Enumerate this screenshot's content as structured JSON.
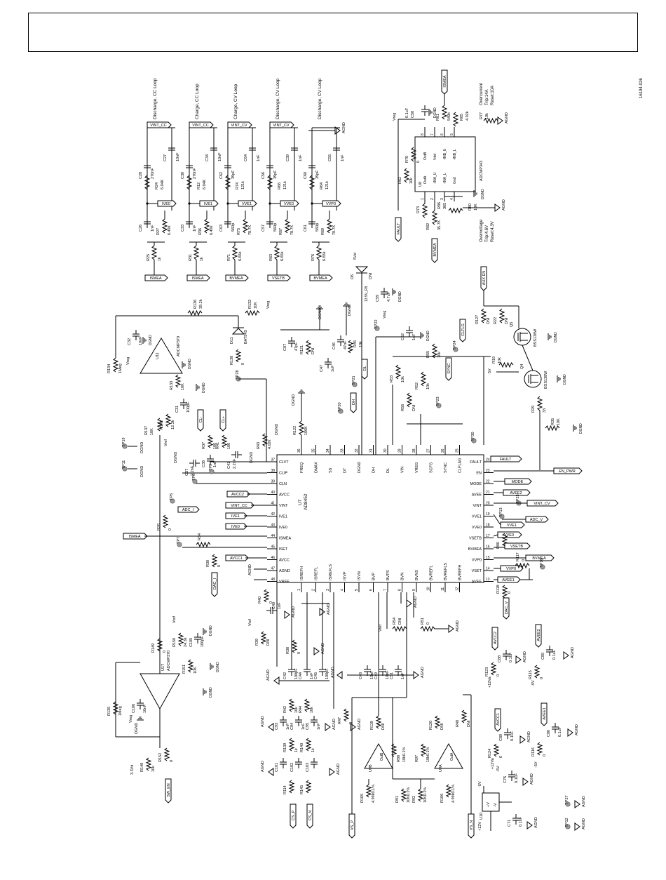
{
  "figure_id": "16194-026",
  "ic_main": {
    "ref": "U7",
    "part": "AD8452",
    "left_pins": [
      {
        "num": "37",
        "name": "CLVT"
      },
      {
        "num": "38",
        "name": "CLIP"
      },
      {
        "num": "39",
        "name": "CLN"
      },
      {
        "num": "40",
        "name": "AVCC"
      },
      {
        "num": "41",
        "name": "VINT"
      },
      {
        "num": "42",
        "name": "IVE1"
      },
      {
        "num": "43",
        "name": "IVE0"
      },
      {
        "num": "44",
        "name": "ISMEA"
      },
      {
        "num": "45",
        "name": "ISET"
      },
      {
        "num": "46",
        "name": "AVCC"
      },
      {
        "num": "47",
        "name": "AGND"
      },
      {
        "num": "48",
        "name": "VREF"
      }
    ],
    "top_pins": [
      {
        "num": "36",
        "name": "FREQ"
      },
      {
        "num": "35",
        "name": "DMAX"
      },
      {
        "num": "34",
        "name": "SS"
      },
      {
        "num": "33",
        "name": "DT"
      },
      {
        "num": "32",
        "name": "DGND"
      },
      {
        "num": "31",
        "name": "DH"
      },
      {
        "num": "30",
        "name": "DL"
      },
      {
        "num": "29",
        "name": "VIN"
      },
      {
        "num": "28",
        "name": "VREG"
      },
      {
        "num": "27",
        "name": "SCFG"
      },
      {
        "num": "26",
        "name": "SYNC"
      },
      {
        "num": "25",
        "name": "CLFLAG"
      }
    ],
    "right_pins": [
      {
        "num": "24",
        "name": "FAULT"
      },
      {
        "num": "23",
        "name": "EN"
      },
      {
        "num": "22",
        "name": "MODE"
      },
      {
        "num": "21",
        "name": "AVEE"
      },
      {
        "num": "20",
        "name": "VINT"
      },
      {
        "num": "19",
        "name": "VVE1"
      },
      {
        "num": "18",
        "name": "VVE0"
      },
      {
        "num": "17",
        "name": "VSETB"
      },
      {
        "num": "16",
        "name": "BVMEA"
      },
      {
        "num": "15",
        "name": "VVP0"
      },
      {
        "num": "14",
        "name": "VSET"
      },
      {
        "num": "13",
        "name": "AVEE"
      }
    ],
    "bottom_pins": [
      {
        "num": "1",
        "name": "ISREFH"
      },
      {
        "num": "2",
        "name": "ISREFL"
      },
      {
        "num": "3",
        "name": "ISREFLS"
      },
      {
        "num": "4",
        "name": "ISVP"
      },
      {
        "num": "5",
        "name": "ISVN"
      },
      {
        "num": "6",
        "name": "BVP"
      },
      {
        "num": "7",
        "name": "BVPS"
      },
      {
        "num": "8",
        "name": "BVN"
      },
      {
        "num": "9",
        "name": "BVNS"
      },
      {
        "num": "10",
        "name": "BVREFL"
      },
      {
        "num": "11",
        "name": "BVREFLS"
      },
      {
        "num": "12",
        "name": "BVREFH"
      }
    ]
  },
  "ic_u8": {
    "ref": "U8",
    "part": "ADCMP343",
    "pins": [
      "OutA",
      "-INA_U",
      "-INA_L",
      "Gnd",
      "OutB",
      "Vdd",
      "-INB_U",
      "-INB_L"
    ],
    "nums": [
      "1",
      "2",
      "3",
      "4",
      "8",
      "7",
      "6",
      "5"
    ]
  },
  "loops": [
    {
      "title": "Discharge, CC Loop",
      "net": "VINT_CC",
      "c1": "C26",
      "c1v": "1nF",
      "r1": "R27",
      "r1v": "6.49k",
      "r2": "R25",
      "r2v": "1k",
      "c2": "C28",
      "c2v": "270nF",
      "r3": "R24",
      "r3v": "6.04K",
      "c3": "C27",
      "c3v": "10nF",
      "in": "ISMEA",
      "mid": "IVE0"
    },
    {
      "title": "Charge, CC Loop",
      "net": "VINT_CC",
      "c1": "C33",
      "c1v": "1nF",
      "r1": "R36",
      "r1v": "6.49k",
      "r2": "R31",
      "r2v": "1k",
      "c2": "C30",
      "c2v": "270nF",
      "r3": "R12",
      "r3v": "6.04K",
      "c3": "C34",
      "c3v": "10nF",
      "in": "ISMEA",
      "mid": "IVE1"
    },
    {
      "title": "Charge, CV Loop",
      "net": "VINT_CV",
      "c1": "C63",
      "c1v": "560p",
      "r1": "R75",
      "r1v": "78.7K",
      "r2": "R71",
      "r2v": "6.65k",
      "c2": "C62",
      "c2v": "39pF",
      "r3": "R74",
      "r3v": "121k",
      "c3": "C64",
      "c3v": "1nF",
      "in": "BVMEA",
      "mid": "VVE1"
    },
    {
      "title": "Discharge, CV Loop",
      "net": "VINT_CV",
      "c1": "C57",
      "c1v": "560p",
      "r1": "R67",
      "r1v": "78.7K",
      "r2": "R63",
      "r2v": "6.65k",
      "c2": "C56",
      "c2v": "39pF",
      "r3": "R66",
      "r3v": "121k",
      "c3": "C39",
      "c3v": "1nF",
      "in": "VSETB",
      "mid": "VVE0"
    },
    {
      "title": "Discharge, CV Loop",
      "net": "",
      "c1": "C61",
      "c1v": "560p",
      "r1": "R69",
      "r1v": "78.7K",
      "r2": "R76",
      "r2v": "6.65k",
      "c2": "C60",
      "c2v": "39pF",
      "r3": "R64",
      "r3v": "121k",
      "c3": "C55",
      "c3v": "1nF",
      "in": "BVMEA",
      "mid": "VVP0"
    }
  ],
  "labels": {
    "agnd": "AGND",
    "dgnd": "DGND",
    "vreg": "Vreg",
    "vref": "Vref",
    "v5": "5V",
    "v5n": "-5V",
    "v12": "+12Va",
    "v33": "3.3Vd",
    "v5d": "5Vd",
    "v6": "5V",
    "ovc": [
      "Overcurrent",
      "Trip:14A",
      "Reset:10A"
    ],
    "ovv": [
      "Overvoltage",
      "Trip:4.6V",
      "Reset:4.3V"
    ],
    "dni": "DNI",
    "zero": "0"
  },
  "net_tags": {
    "ismea": "ISMEA",
    "bvmea": "BVMEA",
    "fault": "FAULT",
    "aux_en": "AUX EN",
    "clflg": "CLFLG",
    "sync": "SYNC",
    "dh": "DH",
    "dl": "DL",
    "clm": "CL-",
    "clp": "CL+",
    "avcc2": "AVCC2",
    "vint_cc": "VINT_CC",
    "ive1": "IVE1",
    "ive0": "IVE0",
    "adc_i": "ADC_I",
    "avcc1": "AVCC1",
    "dac_i": "DAC_I",
    "en_pwr": "EN_PWR",
    "mode": "MODE",
    "avee2": "AVEE2",
    "vint_cv": "VINT_CV",
    "vve1": "VVE1",
    "adc_v": "ADC_V",
    "vve0": "VVE0",
    "vsetb": "VSETB",
    "vvp0": "VVP0",
    "avee1": "AVEE1",
    "dac_v": "DAC_V",
    "sw_en": "SW_EN",
    "cs_p": "CS_P",
    "cs_n": "CS_N",
    "vs_p": "VS_P",
    "vs_n": "VS_N",
    "avcc1b": "AVCC1",
    "avee1b": "AVEE1"
  },
  "parts": {
    "r134": "R134",
    "r134v": "1Meg",
    "c32": "C32",
    "c32v": "10nF",
    "u11": "U11",
    "u11p": "ADCMP370",
    "r136": "R136",
    "r136v": "39.2k",
    "r132": "R132",
    "r132v": "10K",
    "d11": "D11",
    "d11p": "BAT54S",
    "r138": "R138",
    "r137": "R137",
    "r137v": "10K",
    "r133": "R133",
    "r133v": "10K",
    "c31": "C31",
    "c31v": "100pF",
    "r142": "R142",
    "r142v": "12.3k",
    "tp28": "TP28",
    "tp19": "TP19",
    "tp11": "TP11",
    "tp8": "TP8",
    "tp9": "TP9",
    "tp6": "TP6",
    "tp7": "TP7",
    "r26": "R26",
    "r34": "R34",
    "r30": "R30",
    "c37": "C37",
    "c37v": "2.2nF",
    "c38": "C38",
    "c38v": "1nF",
    "r37": "R37",
    "r37v": "100",
    "r41": "R41",
    "r41v": "100",
    "c41": "C41",
    "c41v": "2.2nF",
    "r43": "R43",
    "r43v": "4.02k",
    "r122": "R122",
    "r122v": "100K",
    "c87": "C87",
    "c87v": "47pF",
    "r121": "R121",
    "c47": "C47",
    "c47v": "1uF",
    "c46": "C46",
    "c46v": "47nF",
    "r45": "R45",
    "r45v": "10k",
    "tp20": "TP20",
    "tp21": "TP21",
    "tp22": "TP22",
    "r53": "R53",
    "r53v": "10k",
    "r56": "R56",
    "r52": "R52",
    "r52v": "10k",
    "tp23": "TP23",
    "r55": "R55",
    "r55v": "10k",
    "c52": "C52",
    "c52v": "1uF",
    "c59": "C59",
    "c59v": "4.7uF",
    "d6": "D6",
    "tp24": "TP24",
    "r127": "R127",
    "r22": "R22",
    "q5": "Q5",
    "q4": "Q4",
    "bss": "BSS138W",
    "r19": "R19",
    "r19v": "10k",
    "r29": "R29",
    "r29v": "33",
    "r35": "R35",
    "r35v": "10K",
    "tp30": "TP30",
    "tp25": "TP25",
    "tp13": "TP13",
    "r80": "R80",
    "r117": "R117",
    "tp10": "TP10",
    "r118": "R118",
    "r40": "R40",
    "c40": "C40",
    "c40v": "1nF",
    "r39": "R39",
    "r38": "R38",
    "r54": "R54",
    "r51": "R51",
    "c42": "C42",
    "c42v": "100pF",
    "c44": "C44",
    "c44v": "1nF",
    "c45": "C45",
    "c45v": "100pF",
    "c48": "C48",
    "c48v": "10nF",
    "c49": "C49",
    "c49v": "10nF",
    "c51": "C51",
    "c51v": "1nF",
    "r42": "R42",
    "r42v": "10k",
    "r44": "R44",
    "r44v": "10k",
    "c93": "C93",
    "c93v": "1nF",
    "c94": "C94",
    "c94v": "1nF",
    "c95": "C95",
    "c95v": "1nF",
    "r47": "R47",
    "r119": "R119",
    "r139": "R139",
    "r139v": "1k",
    "r140": "R140",
    "r140v": "1k",
    "c101": "C101",
    "c102": "C102",
    "c103": "C103",
    "r114": "R114",
    "r145": "R145",
    "r120": "R120",
    "r48": "R48",
    "u9b": "U9B",
    "u9a": "U9A",
    "r88": "R88",
    "r88v": "10k0.1%",
    "r97": "R97",
    "r97v": "10k0.1%",
    "r105": "R105",
    "r105v": "4.99k0.1%",
    "r91": "R91",
    "r91v": "10K0.1%",
    "r92": "R92",
    "r92v": "10K0.1%",
    "r106": "R106",
    "r106v": "4.99k0.1%",
    "r149": "R149",
    "r150": "R150",
    "r150v": "24.3k",
    "c105": "C105",
    "c105v": "100pF",
    "r151": "R151",
    "r151v": "10K",
    "u17": "U17",
    "u17p": "ADCMP370",
    "r135": "R135",
    "r135v": "1Meg",
    "c106": "C106",
    "c106v": "10nF",
    "r152": "R152",
    "r148": "R148",
    "r148v": "10k",
    "c88": "C88",
    "c88v": "0.1uF",
    "r123": "R123",
    "c85": "C85",
    "r115": "R115",
    "c89": "C89",
    "r124": "R124",
    "c86": "C86",
    "r116": "R116",
    "c76": "C76",
    "c76v": "0.1uF",
    "u10": "U10",
    "c71": "C71",
    "c71v": "0.1uF",
    "tp27": "TP27",
    "tp12": "TP12",
    "c58": "C58",
    "c58v": "0.1uF",
    "r81": "R81",
    "r81v": "549k",
    "r85": "R85",
    "r85v": "4.02k",
    "r77": "R77",
    "r77v": "10k",
    "r70": "R70",
    "r62": "R62",
    "r62v": "10k",
    "r73": "R73",
    "r82": "R82",
    "r82v": "35.7K",
    "r86": "R86",
    "r86v": "365",
    "r80b": "R80",
    "r80bv": "10K",
    "u8": "U8"
  }
}
